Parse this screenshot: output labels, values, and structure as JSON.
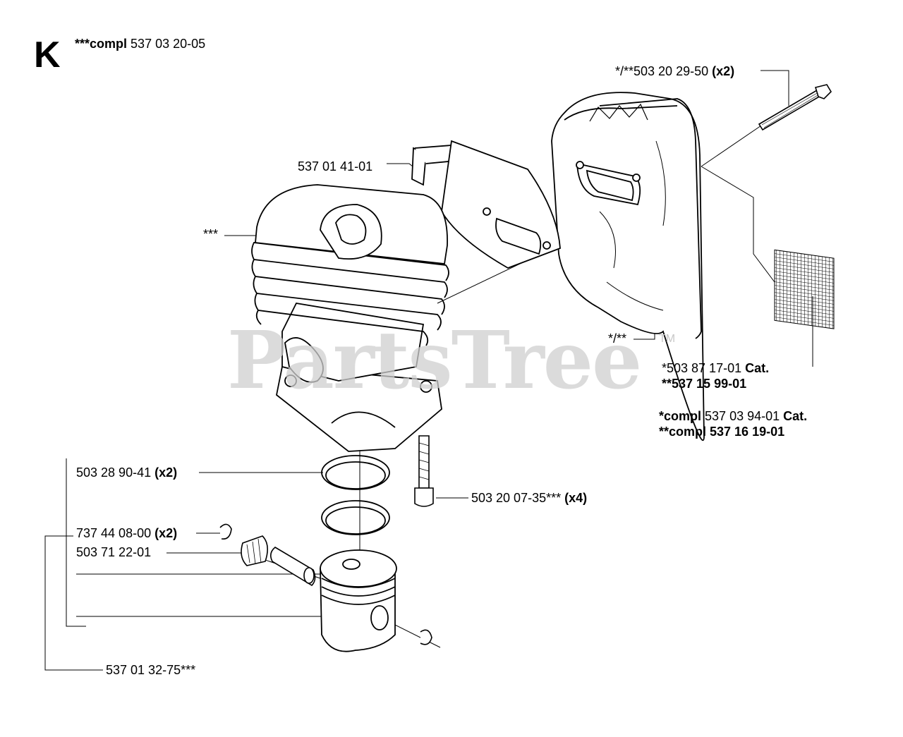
{
  "header": {
    "section_letter": "K",
    "assembly_prefix": "***compl",
    "assembly_number": "537 03 20-05"
  },
  "watermark": {
    "text": "PartsTree",
    "trademark": "TM"
  },
  "labels": {
    "bolt": {
      "number": "*/**503 20 29-50",
      "qty": "(x2)"
    },
    "bracket": {
      "number": "537 01 41-01"
    },
    "cylinder": {
      "number": "***"
    },
    "muffler": {
      "number": "*/**"
    },
    "rings": {
      "number": "503 28 90-41",
      "qty": "(x2)"
    },
    "screw": {
      "number": "503 20 07-35***",
      "qty": "(x4)"
    },
    "circlip": {
      "number": "737 44 08-00",
      "qty": "(x2)"
    },
    "bearing": {
      "number": "503 71 22-01"
    },
    "piston_kit": {
      "number": "537 01 32-75***"
    }
  },
  "notes": {
    "n1_number": "*503 87 17-01",
    "n1_suffix": "Cat.",
    "n2": "**537 15 99-01",
    "n3_prefix": "*compl",
    "n3_number": "537 03 94-01",
    "n3_suffix": "Cat.",
    "n4": "**compl 537 16 19-01"
  },
  "colors": {
    "line": "#000000",
    "watermark": "#cfcfcf"
  }
}
